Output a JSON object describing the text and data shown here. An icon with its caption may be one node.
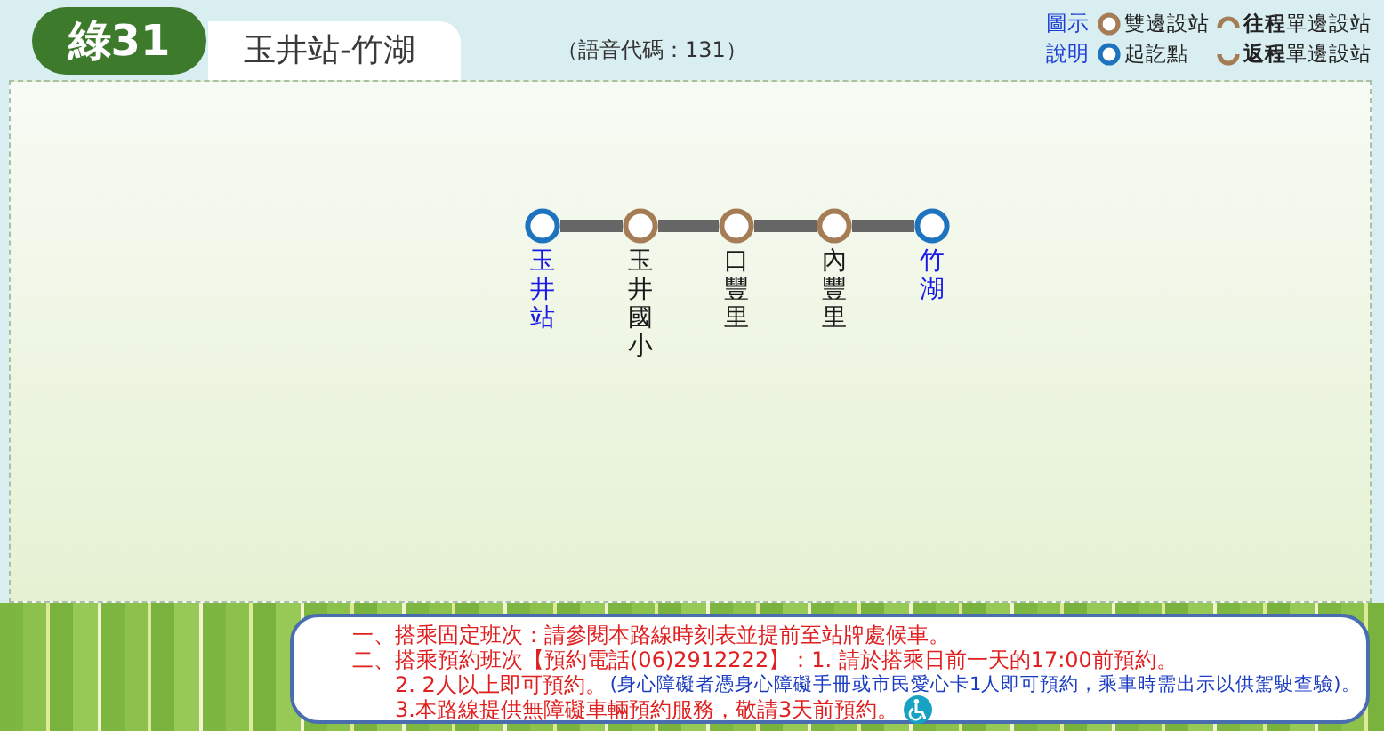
{
  "diagram": {
    "title": "玉井站-竹湖",
    "nodes": [
      {
        "text": [],
        "shape": "circle",
        "beside": [
          "玉井站"
        ]
      },
      {
        "text": [],
        "shape": "circle",
        "beside": [
          "玉井國小"
        ]
      },
      {
        "text": [],
        "shape": "circle",
        "beside": [
          "口豐里"
        ]
      },
      {
        "text": [],
        "shape": "circle",
        "beside": [
          "內豐里"
        ]
      },
      {
        "text": [],
        "shape": "circle",
        "beside": [
          "竹湖"
        ]
      },
      {
        "text": [
          "一、搭乘固定班次：請參閱本路線時刻表並提前至站牌處候車。",
          "二、搭乘預約班次【預約電話(06)2912222】：1. 請於搭乘日前一天的17:00前預約。",
          "2. 2人以上即可預約。",
          "(身心障礙者憑身心障礙手冊或市民愛心卡1人即可預約，乘車時需出示以供駕駛查驗)。",
          "3.本路線提供無障礙車輛預約服務，敬請3天前預約。"
        ]
      }
    ],
    "edges": [
      {
        "from": 0,
        "to": 1,
        "arrow": "none"
      },
      {
        "from": 1,
        "to": 2,
        "arrow": "none"
      },
      {
        "from": 2,
        "to": 3,
        "arrow": "none"
      },
      {
        "from": 3,
        "to": 4,
        "arrow": "none"
      }
    ],
    "labels": [
      "綠31",
      "（語音代碼：131）",
      "圖示說明"
    ],
    "legend": [
      {
        "text": "雙邊設站"
      },
      {
        "text": "**往程**單邊設站"
      },
      {
        "text": "起訖點"
      },
      {
        "text": "**返程**單邊設站"
      }
    ]
  }
}
